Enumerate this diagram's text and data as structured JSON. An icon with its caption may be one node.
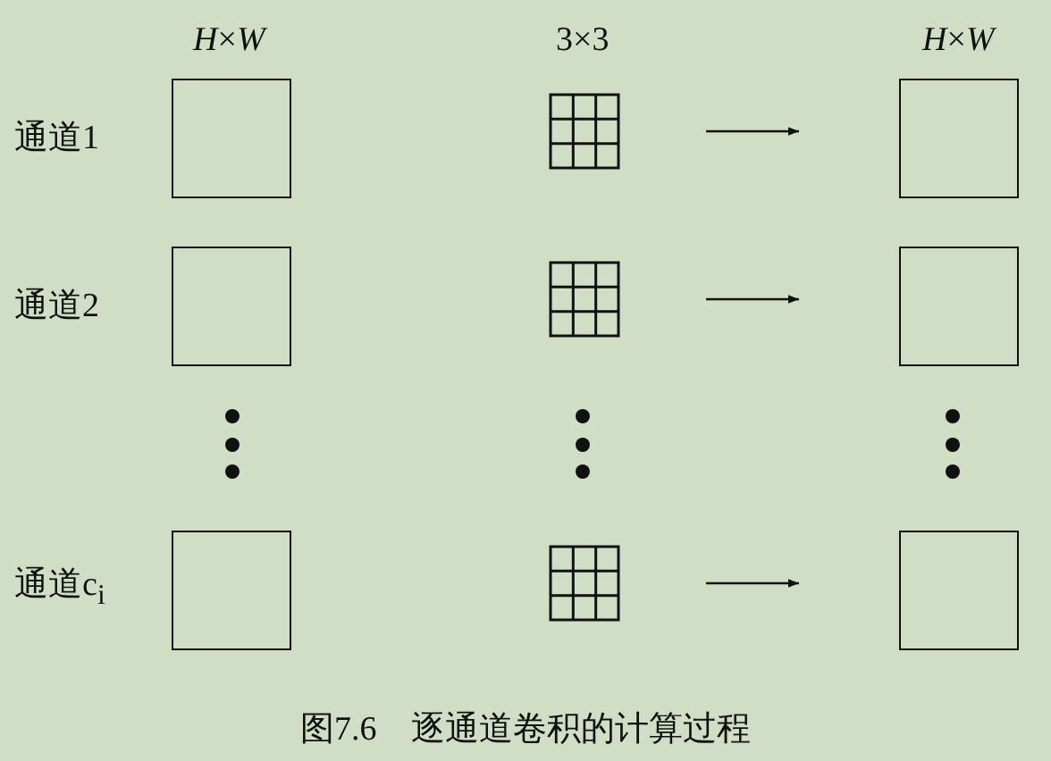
{
  "diagram": {
    "caption": "图7.6　逐通道卷积的计算过程",
    "nodes": [
      {
        "text": [],
        "shape": "box"
      },
      {
        "text": [],
        "shape": "grid"
      },
      {
        "text": [],
        "shape": "box"
      },
      {
        "text": [],
        "shape": "box"
      },
      {
        "text": [],
        "shape": "grid"
      },
      {
        "text": [],
        "shape": "box"
      },
      {
        "text": [],
        "shape": "box"
      },
      {
        "text": [],
        "shape": "grid"
      },
      {
        "text": [],
        "shape": "box"
      }
    ],
    "edges": [
      {
        "from": 1,
        "to": 2,
        "arrow": "to"
      },
      {
        "from": 4,
        "to": 5,
        "arrow": "to"
      },
      {
        "from": 7,
        "to": 8,
        "arrow": "to"
      }
    ],
    "labels": [
      "*H*×*W*",
      "3×3",
      "*H*×*W*",
      "通道1",
      "通道2",
      "通道c$_{i}$"
    ]
  }
}
